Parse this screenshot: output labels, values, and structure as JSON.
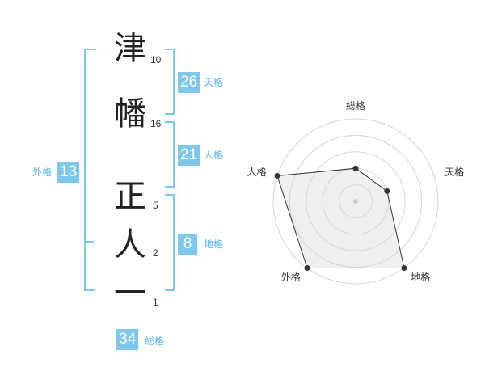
{
  "name": {
    "chars": [
      {
        "char": "津",
        "strokes": "10"
      },
      {
        "char": "幡",
        "strokes": "16"
      },
      {
        "char": "正",
        "strokes": "5"
      },
      {
        "char": "人",
        "strokes": "2"
      },
      {
        "char": "一",
        "strokes": "1"
      }
    ]
  },
  "kakusu": {
    "tenkaku": {
      "value": "26",
      "label": "天格"
    },
    "jinkaku": {
      "value": "21",
      "label": "人格"
    },
    "chikaku": {
      "value": "8",
      "label": "地格"
    },
    "gaikaku": {
      "value": "13",
      "label": "外格"
    },
    "soukaku": {
      "value": "34",
      "label": "総格"
    }
  },
  "colors": {
    "accent": "#7ec8ee",
    "label": "#5bb3e6",
    "text": "#222222"
  },
  "chart_data": {
    "type": "radar",
    "axes": [
      "総格",
      "天格",
      "地格",
      "外格",
      "人格"
    ],
    "values": [
      2,
      2,
      5,
      5,
      5
    ],
    "range": [
      0,
      5
    ],
    "rings": 4
  }
}
